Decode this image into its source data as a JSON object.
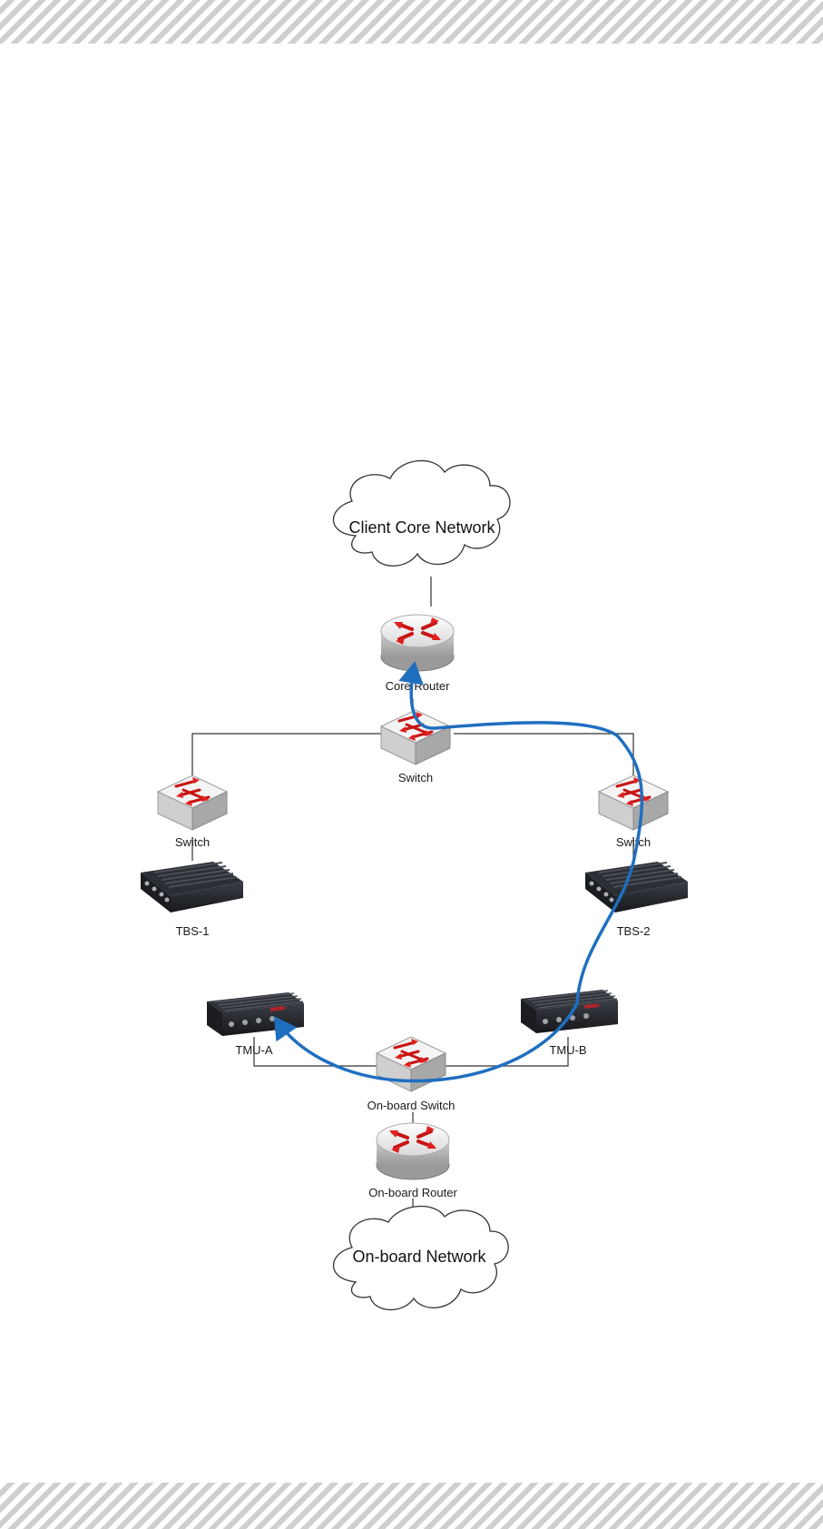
{
  "colors": {
    "flow": "#1f6fbf",
    "device_red": "#d81f1f",
    "link": "#333333"
  },
  "clouds": {
    "client_core": "Client Core Network",
    "onboard": "On-board Network"
  },
  "routers": {
    "core": "Core Router",
    "onboard": "On-board Router"
  },
  "switches": {
    "center": "Switch",
    "left": "Switch",
    "right": "Switch",
    "onboard": "On-board Switch"
  },
  "radios": {
    "tbs1": "TBS-1",
    "tbs2": "TBS-2",
    "tmua": "TMU-A",
    "tmub": "TMU-B"
  },
  "icons": {
    "router": "router-icon",
    "switch": "switch-icon",
    "base_station": "base-station-icon",
    "mobile_unit": "mobile-unit-icon",
    "cloud": "cloud-icon"
  }
}
